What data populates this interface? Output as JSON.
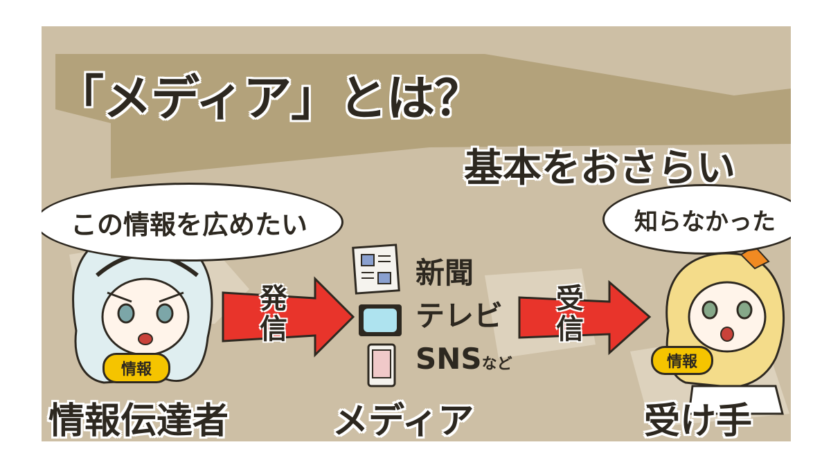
{
  "title": "「メディア」とは？",
  "subtitle": "基本をおさらい",
  "sender": {
    "speech": "この情報を広めたい",
    "badge": "情報",
    "label": "情報伝達者"
  },
  "arrow_send": [
    "発",
    "信"
  ],
  "media": {
    "items": [
      "新聞",
      "テレビ",
      "SNS"
    ],
    "items_suffix": "など",
    "label": "メディア"
  },
  "arrow_receive": [
    "受",
    "信"
  ],
  "receiver": {
    "speech": "知らなかった",
    "badge": "情報",
    "label": "受け手"
  },
  "colors": {
    "background": "#cdbfa5",
    "band": "#b3a27b",
    "arrow": "#e8342b",
    "badge": "#f5c400",
    "ink": "#2d2820"
  }
}
